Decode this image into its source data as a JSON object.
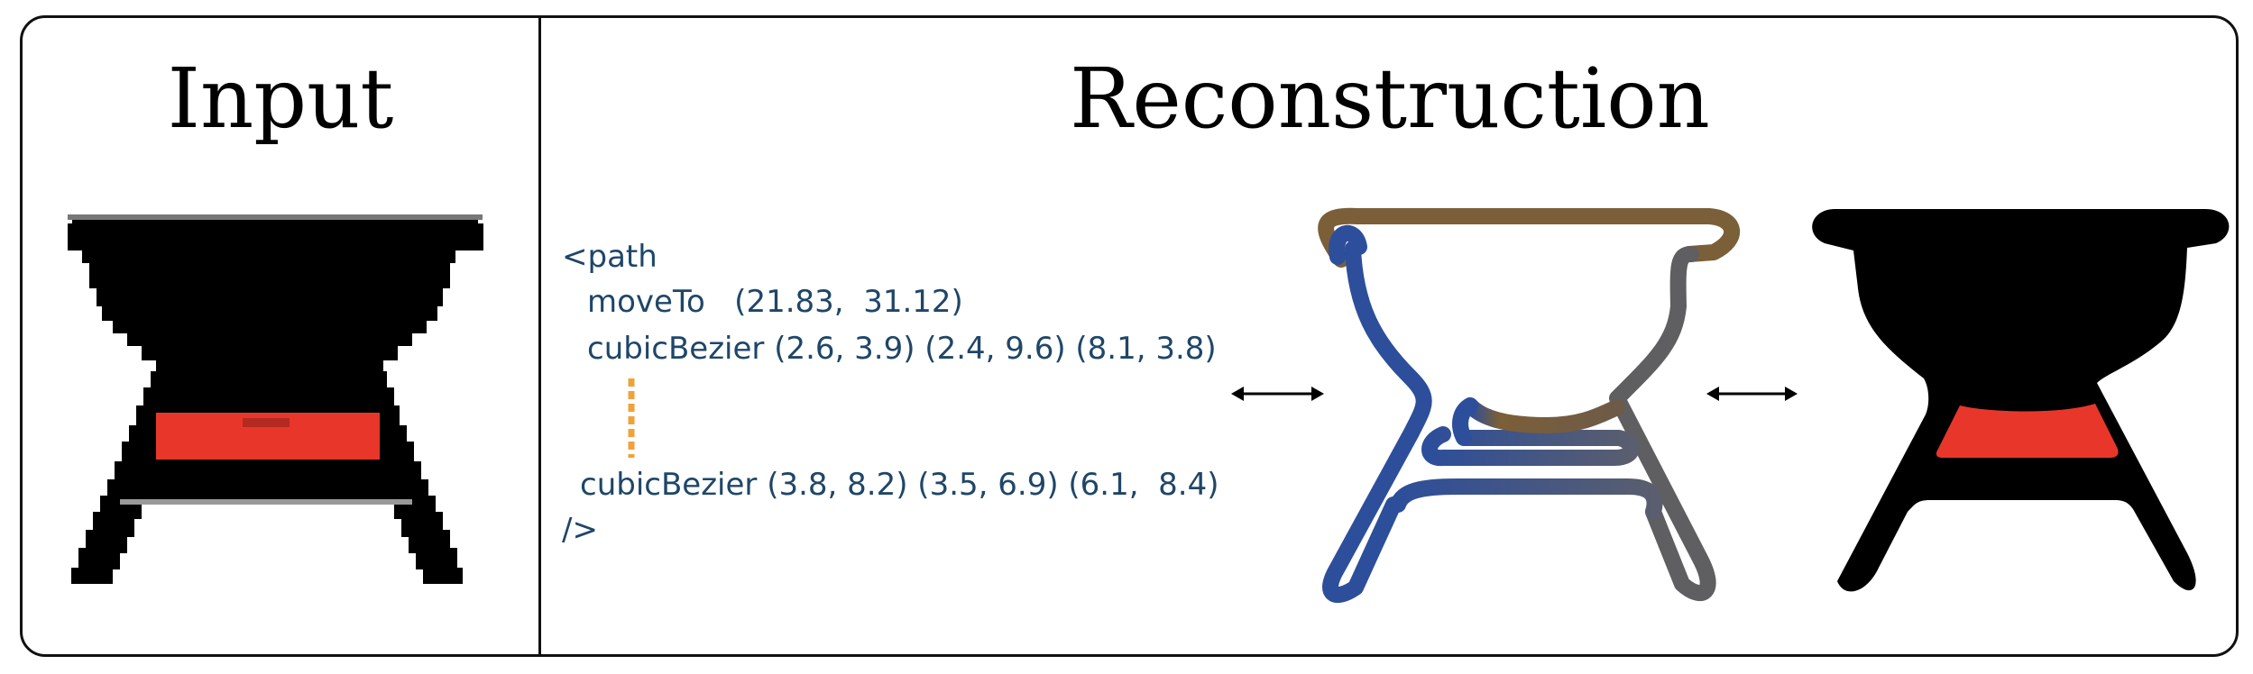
{
  "headings": {
    "input": "Input",
    "reconstruction": "Reconstruction"
  },
  "code": {
    "line1": "<path",
    "line2": "moveTo   (21.83,  31.12)",
    "line3": "cubicBezier (2.6, 3.9) (2.4, 9.6) (8.1, 3.8)",
    "line4": "cubicBezier (3.8, 8.2) (3.5, 6.9) (6.1,  8.4)",
    "line5": "/>"
  },
  "colors": {
    "code_text": "#1f4668",
    "seat_red": "#e8372a",
    "ellipsis_orange": "#f0a23a",
    "stroke_blue": "#2d4e9a",
    "stroke_brown": "#7b5f38",
    "stroke_gray": "#5a5e6e",
    "border": "#111111"
  },
  "icons": {
    "input_shape": "pixelated-stool-icon",
    "stroke_shape": "stroke-path-stool-icon",
    "filled_shape": "filled-stool-icon",
    "arrow": "double-headed-arrow-icon"
  }
}
